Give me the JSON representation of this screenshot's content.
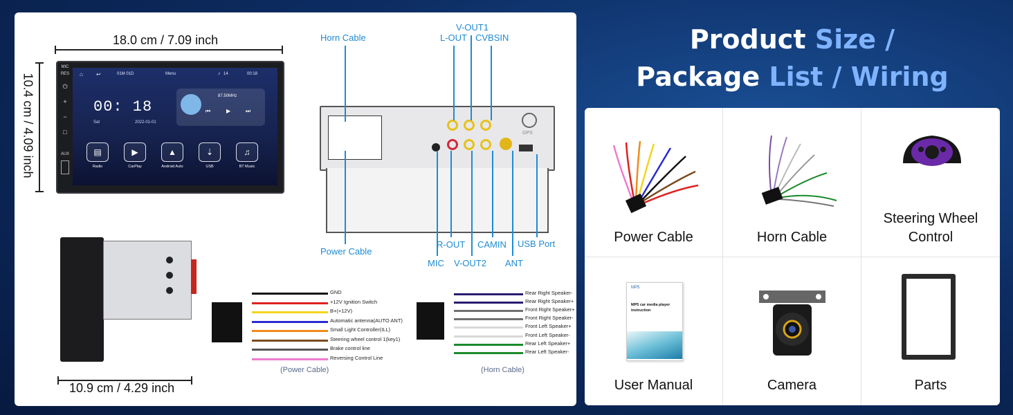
{
  "dimensions": {
    "width": "18.0 cm / 7.09 inch",
    "height": "10.4 cm / 4.09 inch",
    "depth": "10.9 cm / 4.29 inch"
  },
  "screen": {
    "top_left": "01M 01D",
    "top_menu": "Menu",
    "volume": "14",
    "top_time": "00:18",
    "clock": "00: 18",
    "day": "Sat",
    "date": "2022-01-01",
    "freq": "87.50MHz",
    "side_buttons": [
      "MIC",
      "RES",
      "⏻",
      "+",
      "−",
      "□",
      "AUX"
    ],
    "apps": [
      {
        "label": "Radio",
        "icon": "radio-icon",
        "glyph": "▤"
      },
      {
        "label": "CarPlay",
        "icon": "carplay-icon",
        "glyph": "▶"
      },
      {
        "label": "Android Auto",
        "icon": "android-auto-icon",
        "glyph": "▲"
      },
      {
        "label": "USB",
        "icon": "usb-icon",
        "glyph": "⇣"
      },
      {
        "label": "BT Music",
        "icon": "music-icon",
        "glyph": "♫"
      }
    ]
  },
  "rear_labels": {
    "horn_cable": "Horn Cable",
    "power_cable": "Power Cable",
    "v_out1": "V-OUT1",
    "l_out": "L-OUT",
    "cvbsin": "CVBSIN",
    "r_out": "R-OUT",
    "camin": "CAMIN",
    "usb_port": "USB Port",
    "mic": "MIC",
    "v_out2": "V-OUT2",
    "ant": "ANT",
    "gps": "GPS"
  },
  "power_cable": {
    "caption": "(Power Cable)",
    "wires": [
      {
        "label": "GND",
        "color": "#111111"
      },
      {
        "label": "+12V Ignition Switch",
        "color": "#e02020"
      },
      {
        "label": "B+(+12V)",
        "color": "#f2d51c"
      },
      {
        "label": "Automatic antenna(AUTO ANT)",
        "color": "#2a2ad0"
      },
      {
        "label": "Small Light Controller(ILL)",
        "color": "#f08a1a"
      },
      {
        "label": "Steering wheel control 1(key1)",
        "color": "#7a4a20"
      },
      {
        "label": "Brake control line",
        "color": "#555555"
      },
      {
        "label": "Reversing Control Line",
        "color": "#f07ad0"
      }
    ]
  },
  "horn_cable": {
    "caption": "(Horn Cable)",
    "wires": [
      {
        "label": "Rear Right Speaker-",
        "color": "#2a1a70"
      },
      {
        "label": "Rear Right Speaker+",
        "color": "#2a1a70"
      },
      {
        "label": "Front Right Speaker+",
        "color": "#707070"
      },
      {
        "label": "Front Right Speaker-",
        "color": "#707070"
      },
      {
        "label": "Front Left Speaker+",
        "color": "#d8d8d8"
      },
      {
        "label": "Front Left Speaker-",
        "color": "#d8d8d8"
      },
      {
        "label": "Rear Left Speaker+",
        "color": "#1a8a2a"
      },
      {
        "label": "Rear Left Speaker-",
        "color": "#1a8a2a"
      }
    ]
  },
  "title": {
    "line1_white": "Product",
    "line1_blue": "Size /",
    "line2_white": "Package",
    "line2_blue": "List / Wiring"
  },
  "package": [
    {
      "label": "Power Cable",
      "icon": "power-cable-icon"
    },
    {
      "label": "Horn Cable",
      "icon": "horn-cable-icon"
    },
    {
      "label": "Steering Wheel Control",
      "icon": "steering-wheel-control-icon"
    },
    {
      "label": "User Manual",
      "icon": "user-manual-icon",
      "manual_title": "MP5 car media player instruction"
    },
    {
      "label": "Camera",
      "icon": "camera-icon"
    },
    {
      "label": "Parts",
      "icon": "parts-frame-icon"
    }
  ]
}
